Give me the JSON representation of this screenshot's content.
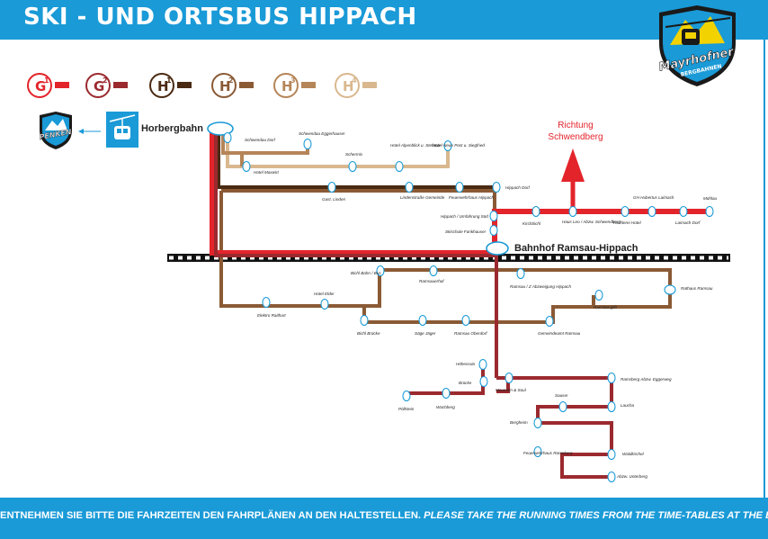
{
  "header": {
    "title": "SKI - UND ORTSBUS HIPPACH"
  },
  "brand": {
    "name": "Mayrhofner",
    "sub": "BERGBAHNEN"
  },
  "penken": {
    "name": "PENKEN"
  },
  "footer": {
    "text_de": "ENTNEHMEN SIE BITTE DIE FAHRZEITEN DEN FAHRPLÄNEN AN DEN HALTESTELLEN.",
    "text_en": "PLEASE TAKE THE RUNNING TIMES FROM THE TIME-TABLES AT THE BUS-STOPS."
  },
  "direction": {
    "line1": "Richtung",
    "line2": "Schwendberg"
  },
  "legend": [
    {
      "id": "G1",
      "letter": "G",
      "sup": "1",
      "color": "#e3242b"
    },
    {
      "id": "G2",
      "letter": "G",
      "sup": "2",
      "color": "#9b2a2f"
    },
    {
      "id": "H1",
      "letter": "H",
      "sup": "1",
      "color": "#4a2a12"
    },
    {
      "id": "H2",
      "letter": "H",
      "sup": "2",
      "color": "#8a5a35"
    },
    {
      "id": "H3",
      "letter": "H",
      "sup": "3",
      "color": "#b58558"
    },
    {
      "id": "H4",
      "letter": "H",
      "sup": "4",
      "color": "#d9b88e"
    }
  ],
  "colors": {
    "accent": "#1a9ad7",
    "stop_stroke": "#1a9ad7",
    "rail": "#111111"
  },
  "stops": {
    "horbergbahn": "Horbergbahn",
    "bahnhof": "Bahnhof Ramsau-Hippach",
    "schwendau_dorf": "Schwendau Dorf",
    "schwendau_eggerhauser": "Schwendau Eggerhauser",
    "hotel_maxwirt": "Hotel Maxwirt",
    "schermis": "Schermis",
    "hotel_alpenblick": "Hotel Alpenblick u. Stefanie",
    "hotel_neue_post": "Hotel Neue Post u. Siegfried",
    "gasthof_linden": "Gast. Linden",
    "lindenstrasse": "Lindenstraße Gemeinde",
    "feuerwehrhaus_hippach": "Feuerwehrhaus Hippach",
    "hippach_dorf": "Hippach Dorf",
    "kirchbichl": "Kirchbichl",
    "haus_leo": "Haus Leo / Abzw. Schwendberg",
    "tischlerei_hotel": "Tischlerei Hotel",
    "gh_hubertus": "GH Hubertus Laimach",
    "laimach_dorf": "Laimach Dorf",
    "mahlau": "Mühlau",
    "hippach_umfahrung": "Hippach / Umfahrung Süd",
    "skischule": "Skischule Fankhauser",
    "bichl_bahn": "Bichl Bahn / Bus",
    "ramsauerhof": "Ramsauerhof",
    "ramsau_abzweigung": "Ramsau / Z Abzweigung Hippach",
    "rathaus_ramsau": "Rathaus Ramsau",
    "ramsberglift": "Ramsberglift",
    "elektro_raithart": "Elektro Raithart",
    "hotel_elder": "Hotel Elder",
    "bichl_brucke": "Bichl Brücke",
    "sage_jager": "Säge Jäger",
    "ramsau_oberdorf": "Ramsau Oberdorf",
    "gemeindeamt_ramsau": "Gemeindeamt Ramsau",
    "hohenrain": "Höhenrain",
    "mountain_soul": "Mountain & Soul",
    "brucke": "Brücke",
    "ramsberg_abzw": "Ramsberg Abzw. Eggerweg",
    "pollstein": "Pöllstein",
    "wachberg": "Wachberg",
    "sauser": "Sauser",
    "laucha": "Laucha",
    "bergheim": "Bergheim",
    "feuerwehrhaus_ramsberg": "Feuerwehrhaus Ramsberg",
    "waldkirchel": "Waldkirchel",
    "abzw_unterberg": "Abzw. Unterberg"
  }
}
